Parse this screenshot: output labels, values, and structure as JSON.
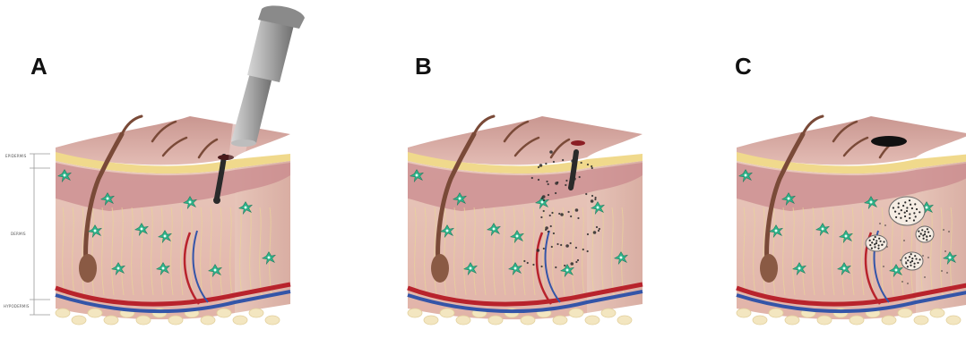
{
  "figure": {
    "panels": [
      {
        "letter": "A"
      },
      {
        "letter": "B"
      },
      {
        "letter": "C"
      }
    ],
    "layer_labels": {
      "epidermis": "EPIDERMIS",
      "dermis": "DERMIS",
      "hypodermis": "HYPODERMIS"
    }
  },
  "colors": {
    "skin_top": "#d7a7a2",
    "skin_side": "#ead1c4",
    "epidermis_band": "#f0d98c",
    "dermis_upper": "#c98a8e",
    "hair": "#7a4a38",
    "fibroblast": "#2fb38a",
    "artery": "#b8232c",
    "vein": "#3455a8",
    "fat": "#f3e6c0",
    "ink": "#2a2a2a",
    "laser_device": "#9a9a9a"
  },
  "icons": [
    "laser-handpiece-icon",
    "fibroblast-cell-icon",
    "hair-follicle-icon",
    "blood-vessel-icon",
    "macrophage-icon"
  ]
}
